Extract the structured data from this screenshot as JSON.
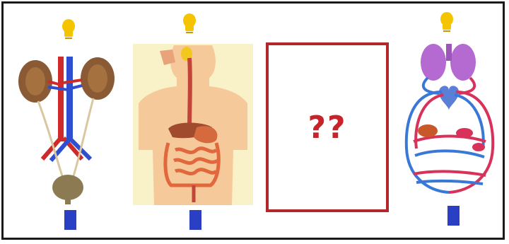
{
  "diagram": {
    "panels": [
      {
        "name": "urinary-system"
      },
      {
        "name": "digestive-system"
      },
      {
        "name": "unknown-system",
        "label": "??"
      },
      {
        "name": "circulatory-system"
      }
    ],
    "colors": {
      "bulb": "#f5c400",
      "blue_box": "#2a3fc4",
      "question_border": "#b3262b",
      "question_text": "#c8232b",
      "vein_blue": "#2f4fd1",
      "artery_red": "#cf2a2a",
      "skin": "#f6c99b",
      "kidney": "#8a5a35"
    }
  }
}
